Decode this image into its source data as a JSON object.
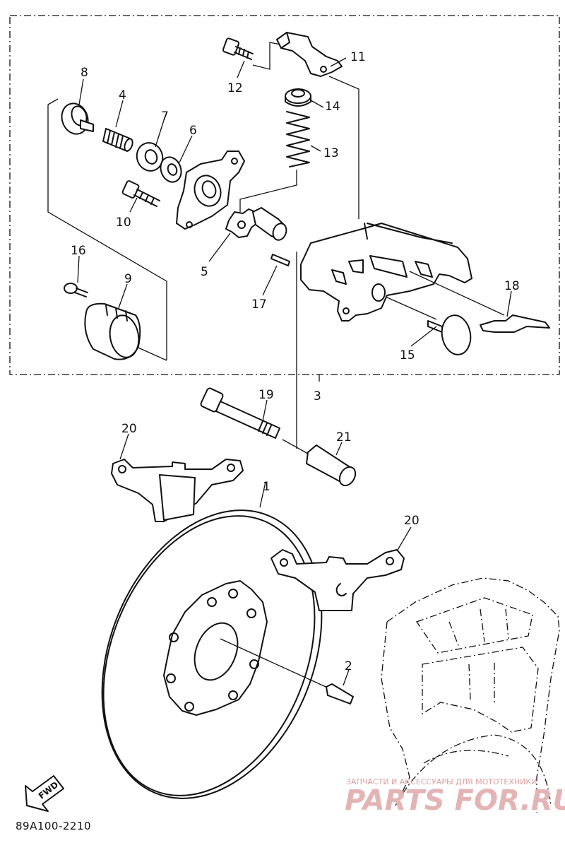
{
  "diagram": {
    "callouts": [
      "1",
      "2",
      "3",
      "4",
      "5",
      "6",
      "7",
      "8",
      "9",
      "10",
      "11",
      "12",
      "13",
      "14",
      "15",
      "16",
      "17",
      "18",
      "19",
      "20",
      "20",
      "21"
    ],
    "part_code": "89A100-2210",
    "direction_label": "FWD"
  },
  "watermark": {
    "tagline": "ЗАПЧАСТИ И АКСЕССУАРЫ ДЛЯ МОТОТЕХНИКИ",
    "logo": "PARTS FOR.RU"
  },
  "colors": {
    "line": "#111111",
    "watermark": "#e4b4b4",
    "background": "#ffffff"
  }
}
